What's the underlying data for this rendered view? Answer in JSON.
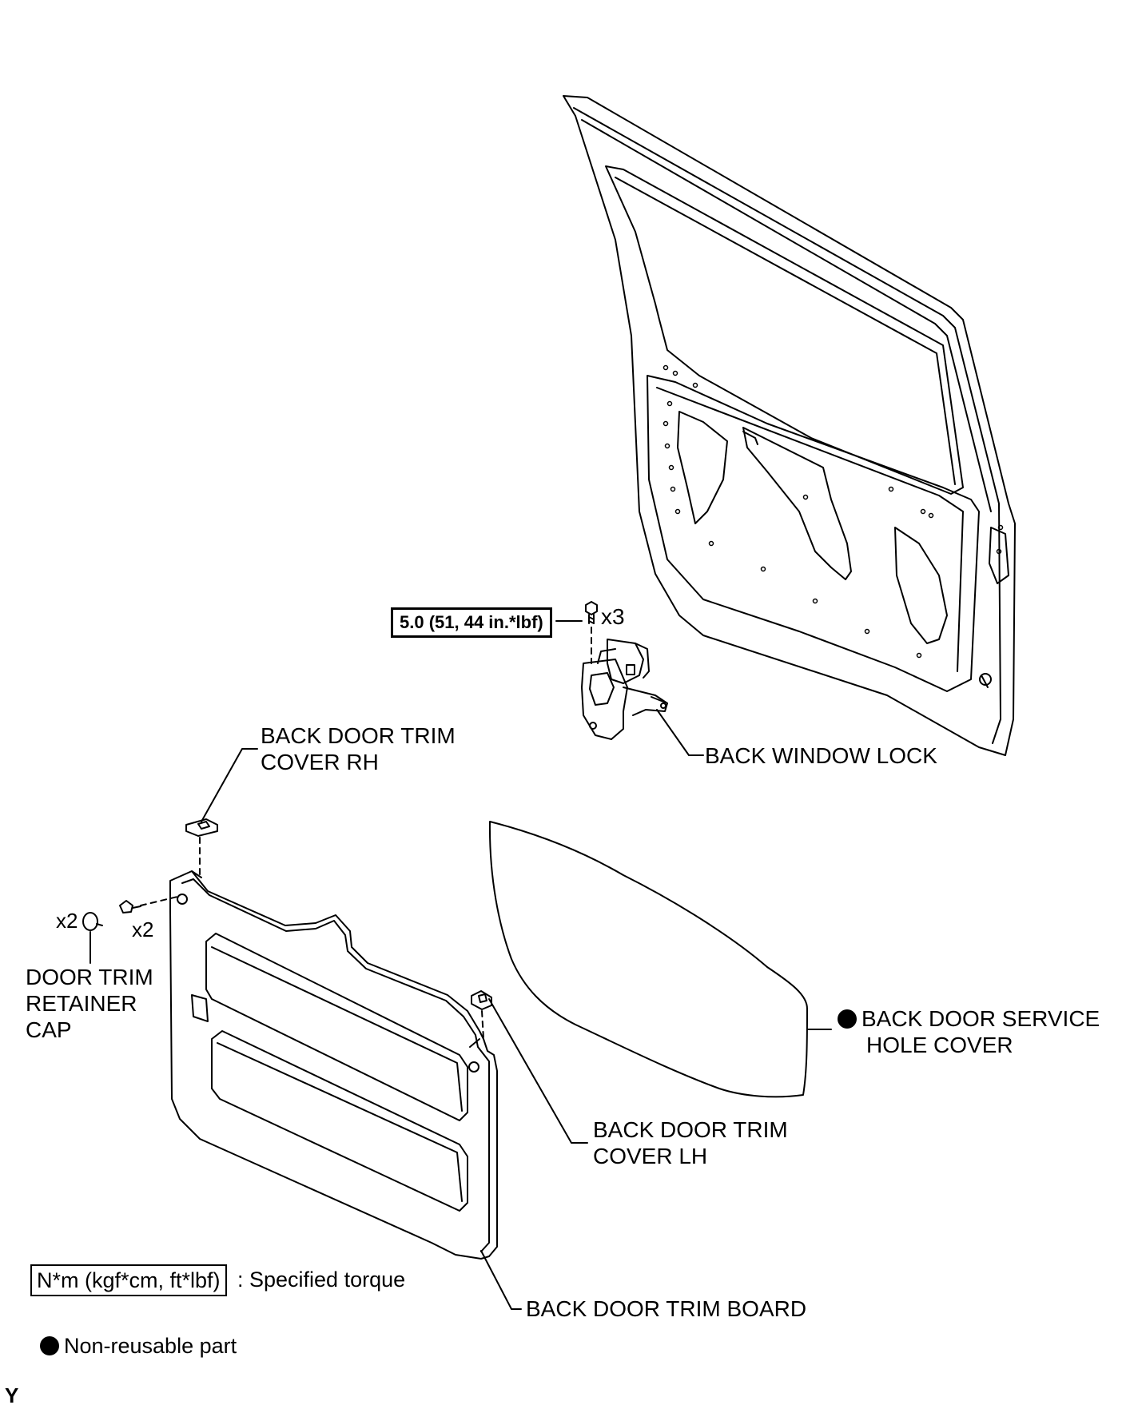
{
  "labels": {
    "torque_value": "5.0 (51, 44 in.*lbf)",
    "bolt_qty": "x3",
    "back_window_lock": "BACK WINDOW LOCK",
    "trim_cover_rh_1": "BACK DOOR TRIM",
    "trim_cover_rh_2": "COVER RH",
    "screw_qty": "x2",
    "cap_qty": "x2",
    "retainer_cap_1": "DOOR TRIM",
    "retainer_cap_2": "RETAINER",
    "retainer_cap_3": "CAP",
    "service_cover_1": "BACK DOOR SERVICE",
    "service_cover_2": "HOLE COVER",
    "trim_cover_lh_1": "BACK DOOR TRIM",
    "trim_cover_lh_2": "COVER LH",
    "trim_board": "BACK DOOR TRIM BOARD",
    "corner_mark": "Y"
  },
  "legend": {
    "torque_unit": "N*m (kgf*cm, ft*lbf)",
    "torque_desc": ": Specified torque",
    "non_reusable": "Non-reusable part"
  },
  "colors": {
    "line": "#000000",
    "background": "#ffffff"
  }
}
